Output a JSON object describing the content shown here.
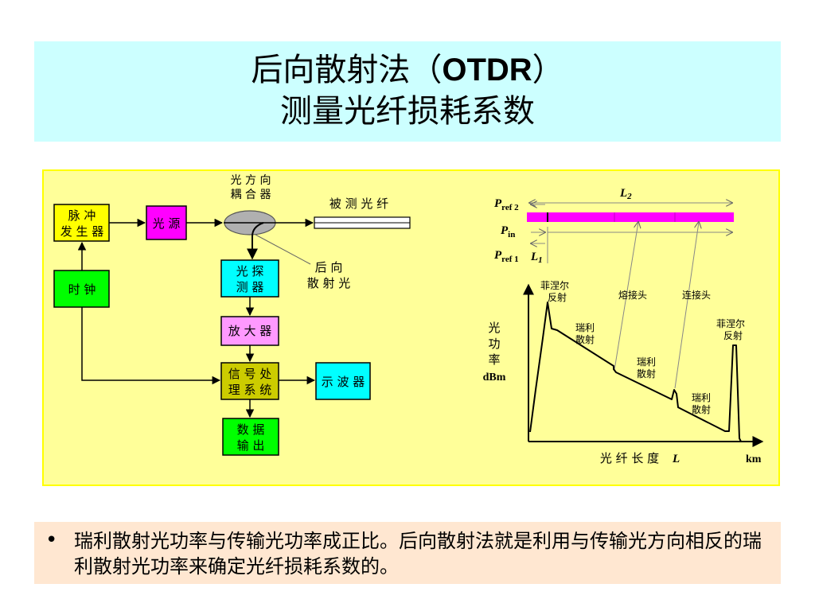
{
  "title": {
    "line1_prefix": "后向散射法（",
    "line1_latin": "OTDR",
    "line1_suffix": "）",
    "line2": "测量光纤损耗系数"
  },
  "colors": {
    "title_bg": "#ccffff",
    "diagram_bg": "#ffff99",
    "diagram_border": "#ffff00",
    "note_bg": "#ffe7d1",
    "pulse_box": "#ffff00",
    "light_source_box": "#ff00ff",
    "detector_box": "#00ffff",
    "amplifier_box": "#ff99ff",
    "signal_box": "#cccc00",
    "scope_box": "#00ffff",
    "clock_box": "#00ff00",
    "output_box": "#00ff00",
    "fiber_bar": "#ff00ff"
  },
  "blocks": {
    "pulse_gen": [
      "脉 冲",
      "发 生 器"
    ],
    "light_source": "光 源",
    "clock": "时 钟",
    "coupler": [
      "光 方 向",
      "耦 合 器"
    ],
    "fiber": "被 测 光 纤",
    "detector": [
      "光 探",
      "测 器"
    ],
    "backscatter": [
      "后 向",
      "散 射 光"
    ],
    "amplifier": "放 大 器",
    "signal_proc": [
      "信 号 处",
      "理 系 统"
    ],
    "oscilloscope": "示 波 器",
    "data_out": [
      "数 据",
      "输 出"
    ]
  },
  "fiber_diagram": {
    "L2_main": "L",
    "L2_sub": "2",
    "L1_main": "L",
    "L1_sub": "1",
    "pref2_main": "P",
    "pref2_sub": "ref 2",
    "pin_main": "P",
    "pin_sub": "in",
    "pref1_main": "P",
    "pref1_sub": "ref 1"
  },
  "trace": {
    "y_axis_label": [
      "光",
      "功",
      "率"
    ],
    "y_unit": "dBm",
    "x_axis_label": "光 纤 长 度",
    "x_axis_var": "L",
    "x_unit": "km",
    "fresnel_start": [
      "菲涅尔",
      "反射"
    ],
    "fresnel_end": [
      "菲涅尔",
      "反射"
    ],
    "splice": "熔接头",
    "connector": "连接头",
    "rayleigh_1": [
      "瑞利",
      "散射"
    ],
    "rayleigh_2": [
      "瑞利",
      "散射"
    ],
    "rayleigh_3": [
      "瑞利",
      "散射"
    ]
  },
  "note": {
    "bullet": "•",
    "text": "瑞利散射光功率与传输光功率成正比。后向散射法就是利用与传输光方向相反的瑞利散射光功率来确定光纤损耗系数的。"
  }
}
